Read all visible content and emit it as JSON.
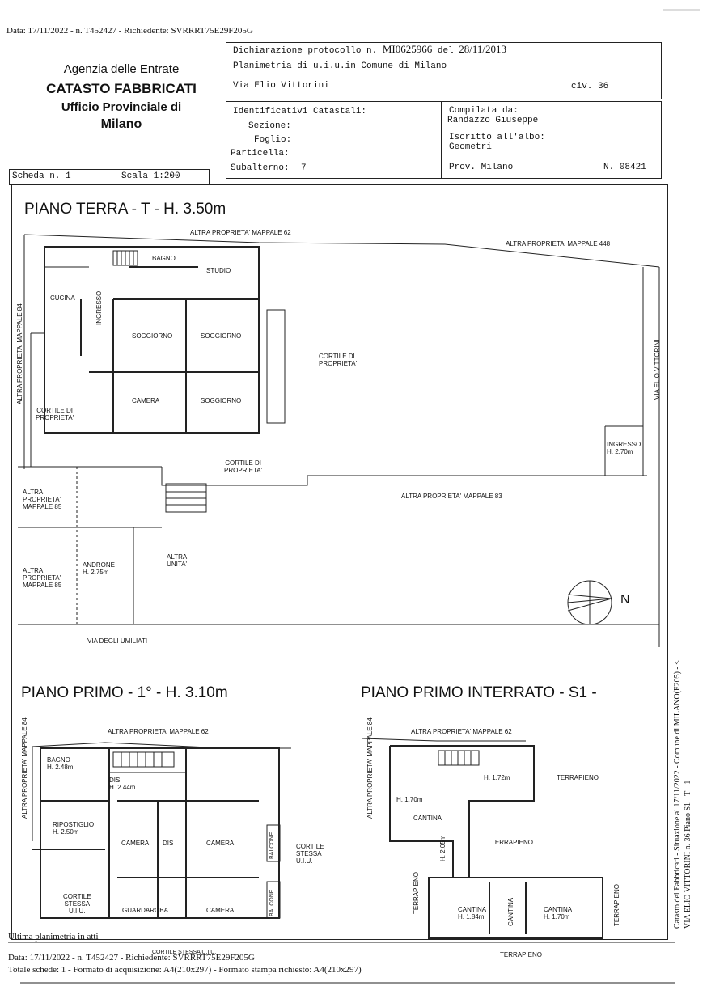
{
  "top_line": "Data: 17/11/2022 - n. T452427 - Richiedente: SVRRRT75E29F205G",
  "agency": {
    "line1": "Agenzia delle Entrate",
    "line2": "CATASTO FABBRICATI",
    "line3": "Ufficio Provinciale di",
    "line4": "Milano"
  },
  "declaration": {
    "label": "Dichiarazione protocollo n.",
    "number": "MI0625966",
    "date_label": "del",
    "date": "28/11/2013",
    "planimetry": "Planimetria di u.i.u.in Comune di Milano",
    "street": "Via Elio Vittorini",
    "civ": "civ. 36"
  },
  "identifiers": {
    "title": "Identificativi Catastali:",
    "sezione": "Sezione:",
    "foglio": "Foglio:",
    "particella": "Particella:",
    "subalterno": "Subalterno:",
    "sub_value": "7"
  },
  "compiler": {
    "label": "Compilata da:",
    "name": "Randazzo Giuseppe",
    "albo_label": "Iscritto all'albo:",
    "albo": "Geometri",
    "prov": "Prov. Milano",
    "number": "N. 08421"
  },
  "scheda": {
    "label": "Scheda n. 1",
    "scale": "Scala 1:200"
  },
  "floors": {
    "terra": "PIANO TERRA - T - H. 3.50m",
    "primo": "PIANO PRIMO - 1° - H. 3.10m",
    "interrato": "PIANO PRIMO INTERRATO - S1 -"
  },
  "terra_labels": {
    "altra62": "ALTRA PROPRIETA' MAPPALE 62",
    "altra448": "ALTRA PROPRIETA' MAPPALE 448",
    "altra84": "ALTRA PROPRIETA' MAPPALE 84",
    "bagno": "BAGNO",
    "studio": "STUDIO",
    "cucina": "CUCINA",
    "ingresso": "INGRESSO",
    "soggiorno1": "SOGGIORNO",
    "soggiorno2": "SOGGIORNO",
    "camera": "CAMERA",
    "soggiorno3": "SOGGIORNO",
    "cortile_right1": "CORTILE DI",
    "cortile_right2": "PROPRIETA'",
    "cortile_left1": "CORTILE DI",
    "cortile_left2": "PROPRIETA'",
    "cortile_mid1": "CORTILE DI",
    "cortile_mid2": "PROPRIETA'",
    "via_vittorini": "VIA ELIO VITTORINI",
    "ingresso_r": "INGRESSO",
    "ingresso_h": "H. 2.70m",
    "altra85a_1": "ALTRA",
    "altra85a_2": "PROPRIETA'",
    "altra85a_3": "MAPPALE 85",
    "altra83": "ALTRA PROPRIETA' MAPPALE 83",
    "altra85b_1": "ALTRA",
    "altra85b_2": "PROPRIETA'",
    "altra85b_3": "MAPPALE 85",
    "androne": "ANDRONE",
    "androne_h": "H. 2.75m",
    "altra_unita1": "ALTRA",
    "altra_unita2": "UNITA'",
    "via_umiliati": "VIA DEGLI UMILIATI",
    "north": "N"
  },
  "primo_labels": {
    "altra62": "ALTRA PROPRIETA' MAPPALE 62",
    "altra84": "ALTRA PROPRIETA' MAPPALE 84",
    "bagno": "BAGNO",
    "bagno_h": "H. 2.48m",
    "dis": "DIS.",
    "dis_h": "H. 2.44m",
    "ripostiglio": "RIPOSTIGLIO",
    "ripostiglio_h": "H. 2.50m",
    "camera1": "CAMERA",
    "dis2": "DIS",
    "camera2": "CAMERA",
    "balcone1": "BALCONE",
    "cortile_stessa1": "CORTILE",
    "cortile_stessa2": "STESSA",
    "cortile_stessa3": "U.I.U.",
    "cortile_l1": "CORTILE",
    "cortile_l2": "STESSA",
    "cortile_l3": "U.I.U.",
    "guardaroba": "GUARDAROBA",
    "camera3": "CAMERA",
    "balcone2": "BALCONE",
    "cortile_bottom": "CORTILE STESSA U.I.U."
  },
  "interrato_labels": {
    "altra62": "ALTRA PROPRIETA' MAPPALE 62",
    "altra84": "ALTRA PROPRIETA' MAPPALE 84",
    "h172": "H. 1.72m",
    "terrapieno1": "TERRAPIENO",
    "h170": "H. 1.70m",
    "cantina": "CANTINA",
    "h205": "H. 2.05m",
    "terrapieno2": "TERRAPIENO",
    "terrapieno_l": "TERRAPIENO",
    "cantina2": "CANTINA",
    "cantina2_h": "H. 1.84m",
    "cantina3": "CANTINA",
    "cantina4": "CANTINA",
    "cantina4_h": "H. 1.70m",
    "terrapieno_r": "TERRAPIENO",
    "terrapieno_b": "TERRAPIENO"
  },
  "side_text": {
    "line1": "Catasto dei Fabbricati - Situazione al 17/11/2022 - Comune di MILANO(F205) - <",
    "line2": "VIA ELIO VITTORINI n. 36 Piano S1 - T - 1"
  },
  "footer": {
    "ultima": "Ultima planimetria in atti",
    "data": "Data: 17/11/2022 - n. T452427 - Richiedente: SVRRRT75E29F205G",
    "totale": "Totale schede: 1 - Formato di acquisizione: A4(210x297) - Formato stampa richiesto: A4(210x297)"
  }
}
